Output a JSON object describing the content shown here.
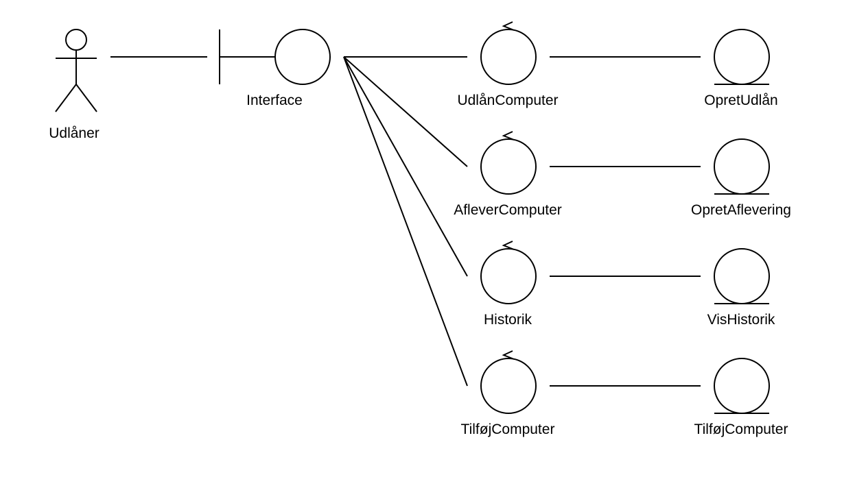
{
  "diagram": {
    "actor": {
      "label": "Udlåner",
      "icon": "actor-icon"
    },
    "boundary": {
      "label": "Interface",
      "icon": "boundary-icon"
    },
    "controls": [
      {
        "label": "UdlånComputer",
        "icon": "control-icon"
      },
      {
        "label": "AfleverComputer",
        "icon": "control-icon"
      },
      {
        "label": "Historik",
        "icon": "control-icon"
      },
      {
        "label": "TilføjComputer",
        "icon": "control-icon"
      }
    ],
    "entities": [
      {
        "label": "OpretUdlån",
        "icon": "entity-icon"
      },
      {
        "label": "OpretAflevering",
        "icon": "entity-icon"
      },
      {
        "label": "VisHistorik",
        "icon": "entity-icon"
      },
      {
        "label": "TilføjComputer",
        "icon": "entity-icon"
      }
    ],
    "colors": {
      "stroke": "#000000",
      "background": "#ffffff"
    }
  }
}
